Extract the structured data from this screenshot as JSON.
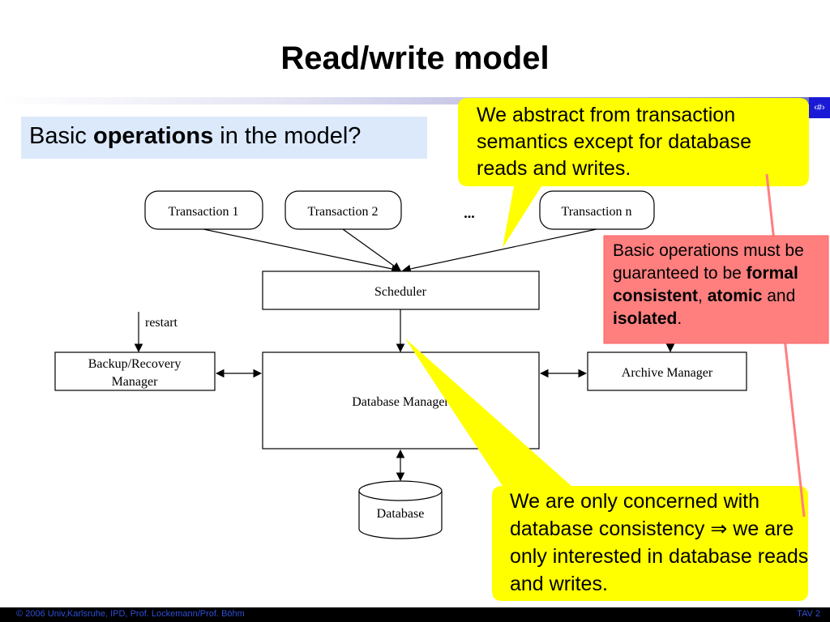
{
  "title": "Read/write model",
  "slide_marker": "‹#›",
  "question": {
    "prefix": "Basic ",
    "bold": "operations",
    "suffix": " in the model?"
  },
  "diagram": {
    "transaction_1": "Transaction 1",
    "transaction_2": "Transaction 2",
    "ellipsis": "...",
    "transaction_n": "Transaction n",
    "scheduler": "Scheduler",
    "restart": "restart",
    "backup_recovery_line1": "Backup/Recovery",
    "backup_recovery_line2": "Manager",
    "database_manager": "Database Manager",
    "archive_manager": "Archive Manager",
    "database": "Database"
  },
  "callouts": {
    "abstract": "We abstract from transaction semantics except for database reads and writes.",
    "guarantee": {
      "part1": "Basic operations must be guaranteed to be ",
      "bold1": "formal consistent",
      "part2": ", ",
      "bold2": "atomic",
      "part3": " and ",
      "bold3": "isolated",
      "part4": "."
    },
    "consistency": {
      "part1": "We are only concerned with database consistency ",
      "implies_symbol": "⇒",
      "part2": " we are only interested in database reads and writes."
    }
  },
  "footer": {
    "copyright": "© 2006 Univ,Karlsruhe, IPD, Prof. Lockemann/Prof. Böhm",
    "page": "TAV 2"
  },
  "colors": {
    "callout_yellow": "#ffff00",
    "callout_pink": "#ff7f7f",
    "question_bg": "#dbe9fb",
    "footer_bg": "#000000",
    "footer_text": "#2f4fd6"
  }
}
